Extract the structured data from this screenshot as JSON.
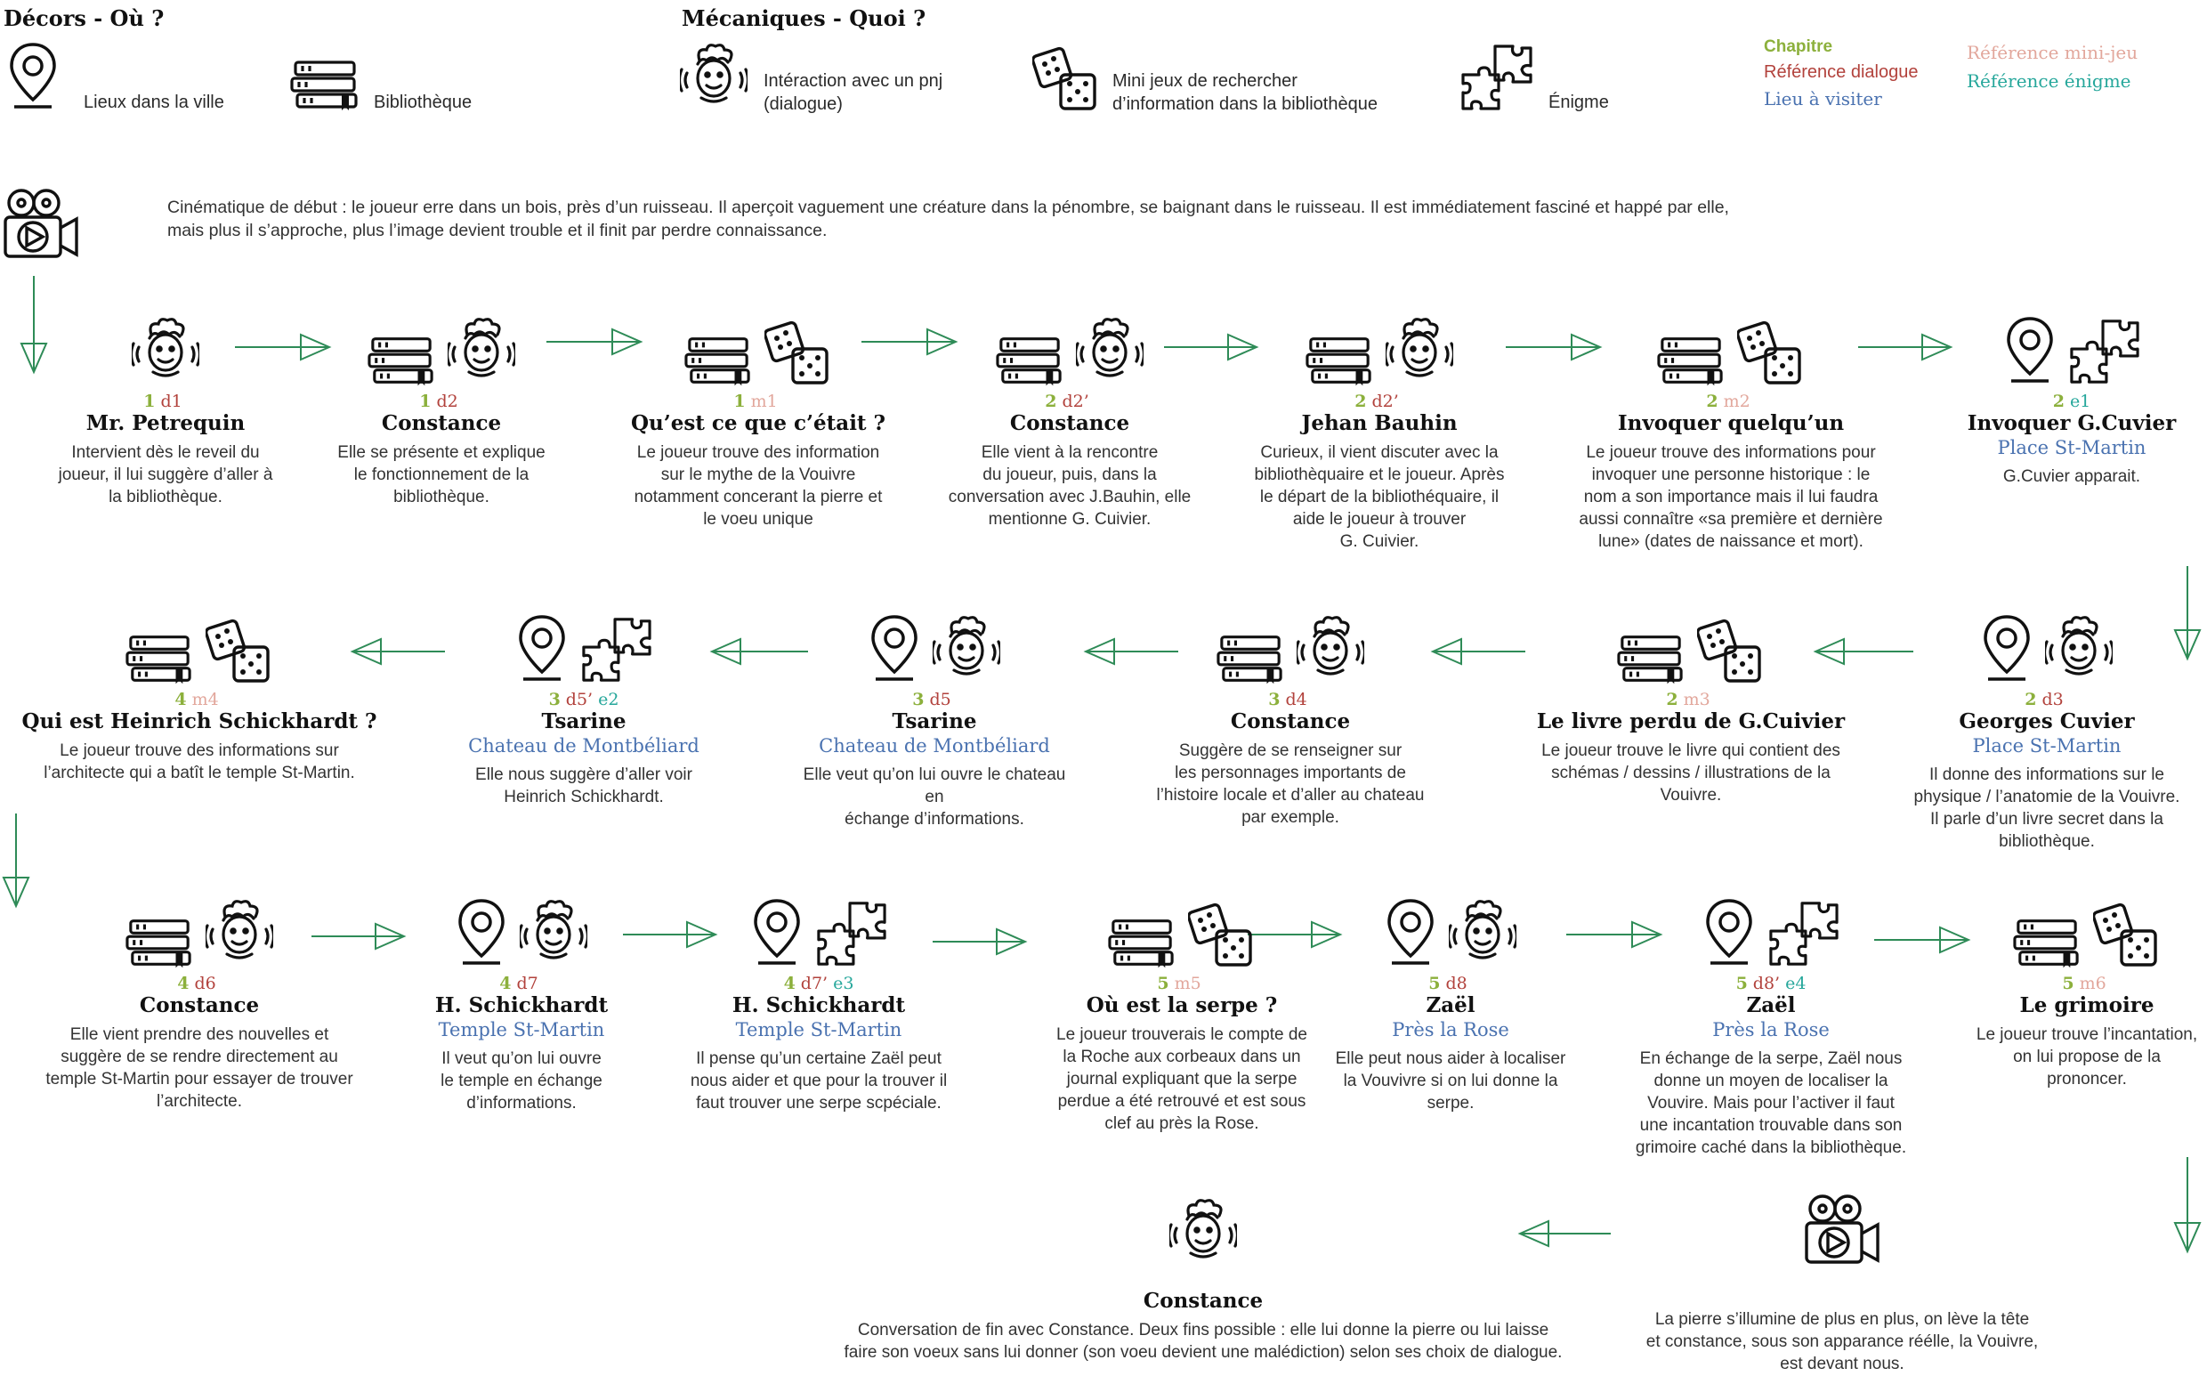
{
  "legend": {
    "decors_title": "Décors - Où ?",
    "mecaniques_title": "Mécaniques - Quoi ?",
    "items": [
      {
        "icon": "location-pin-icon",
        "label": "Lieux dans la ville"
      },
      {
        "icon": "books-icon",
        "label": "Bibliothèque"
      },
      {
        "icon": "npc-icon",
        "label": "Intéraction avec un pnj\n(dialogue)"
      },
      {
        "icon": "dice-icon",
        "label": "Mini jeux de rechercher\nd’information dans la bibliothèque"
      },
      {
        "icon": "puzzle-icon",
        "label": "Énigme"
      }
    ],
    "keys": {
      "chapitre": "Chapitre",
      "dialogue": "Référence dialogue",
      "lieu": "Lieu à visiter",
      "minijeu": "Référence mini-jeu",
      "enigme": "Référence énigme"
    }
  },
  "colors": {
    "chapter": "#8cb03c",
    "dialogue": "#b2423c",
    "place": "#4a72b0",
    "minigame": "#e2a79c",
    "enigma": "#26a79b",
    "arrow": "#2e8b57"
  },
  "intro": {
    "icon": "movie-camera-icon",
    "text": "Cinématique de début : le joueur erre dans un bois, près d’un ruisseau. Il aperçoit vaguement une créature dans la pénombre, se baignant dans le ruisseau. Il est immédiatement fasciné et happé par elle, mais plus il s’approche, plus l’image devient trouble et il finit par perdre connaissance."
  },
  "nodes": [
    {
      "icons": [
        "npc"
      ],
      "chapter": "1",
      "d": "d1",
      "m": "",
      "e": "",
      "title": "Mr. Petrequin",
      "place": "",
      "desc": "Intervient dès le reveil du\njoueur, il lui suggère d’aller à\nla bibliothèque."
    },
    {
      "icons": [
        "books",
        "npc"
      ],
      "chapter": "1",
      "d": "d2",
      "m": "",
      "e": "",
      "title": "Constance",
      "place": "",
      "desc": "Elle se présente et explique\nle fonctionnement de la\nbibliothèque."
    },
    {
      "icons": [
        "books",
        "dice"
      ],
      "chapter": "1",
      "d": "",
      "m": "m1",
      "e": "",
      "title": "Qu’est ce que c’était ?",
      "place": "",
      "desc": "Le joueur trouve des information\nsur le mythe de la Vouivre\nnotamment concerant la pierre et\nle voeu unique"
    },
    {
      "icons": [
        "books",
        "npc"
      ],
      "chapter": "2",
      "d": "d2’",
      "m": "",
      "e": "",
      "title": "Constance",
      "place": "",
      "desc": "Elle vient à la rencontre\ndu joueur, puis, dans la\nconversation avec J.Bauhin, elle\nmentionne G. Cuivier."
    },
    {
      "icons": [
        "books",
        "npc"
      ],
      "chapter": "2",
      "d": "d2’",
      "m": "",
      "e": "",
      "title": "Jehan Bauhin",
      "place": "",
      "desc": "Curieux, il vient discuter avec la\nbibliothèquaire et le joueur. Après\nle départ de la bibliothéquaire, il\naide le joueur à trouver\nG. Cuivier."
    },
    {
      "icons": [
        "books",
        "dice"
      ],
      "chapter": "2",
      "d": "",
      "m": "m2",
      "e": "",
      "title": "Invoquer quelqu’un",
      "place": "",
      "desc": "Le joueur trouve des informations pour\ninvoquer une personne historique : le\nnom a son importance mais il lui faudra\naussi connaître «sa première et dernière\nlune» (dates de naissance et mort)."
    },
    {
      "icons": [
        "pin",
        "puzzle"
      ],
      "chapter": "2",
      "d": "",
      "m": "",
      "e": "e1",
      "title": "Invoquer G.Cuvier",
      "place": "Place St-Martin",
      "desc": "G.Cuvier apparait."
    },
    {
      "icons": [
        "pin",
        "npc"
      ],
      "chapter": "2",
      "d": "d3",
      "m": "",
      "e": "",
      "title": "Georges Cuvier",
      "place": "Place St-Martin",
      "desc": "Il donne des informations sur le\nphysique / l’anatomie de la Vouivre.\nIl parle d’un livre secret dans la\nbibliothèque."
    },
    {
      "icons": [
        "books",
        "dice"
      ],
      "chapter": "2",
      "d": "",
      "m": "m3",
      "e": "",
      "title": "Le livre perdu de G.Cuivier",
      "place": "",
      "desc": "Le joueur trouve le livre qui contient des\nschémas / dessins / illustrations de la\nVouivre."
    },
    {
      "icons": [
        "books",
        "npc"
      ],
      "chapter": "3",
      "d": "d4",
      "m": "",
      "e": "",
      "title": "Constance",
      "place": "",
      "desc": "Suggère de se renseigner sur\nles personnages importants de\nl’histoire locale et d’aller au chateau\npar exemple."
    },
    {
      "icons": [
        "pin",
        "npc"
      ],
      "chapter": "3",
      "d": "d5",
      "m": "",
      "e": "",
      "title": "Tsarine",
      "place": "Chateau de Montbéliard",
      "desc": "Elle veut qu’on lui ouvre le chateau en\néchange d’informations."
    },
    {
      "icons": [
        "pin",
        "puzzle"
      ],
      "chapter": "3",
      "d": "d5’",
      "m": "",
      "e": "e2",
      "title": "Tsarine",
      "place": "Chateau de Montbéliard",
      "desc": "Elle nous suggère d’aller voir\nHeinrich Schickhardt."
    },
    {
      "icons": [
        "books",
        "dice"
      ],
      "chapter": "4",
      "d": "",
      "m": "m4",
      "e": "",
      "title": "Qui est Heinrich Schickhardt ?",
      "place": "",
      "desc": "Le joueur trouve des informations sur\nl’architecte qui a batît le temple St-Martin."
    },
    {
      "icons": [
        "books",
        "npc"
      ],
      "chapter": "4",
      "d": "d6",
      "m": "",
      "e": "",
      "title": "Constance",
      "place": "",
      "desc": "Elle vient prendre des nouvelles et\nsuggère de se rendre directement au\ntemple St-Martin pour essayer de trouver\nl’architecte."
    },
    {
      "icons": [
        "pin",
        "npc"
      ],
      "chapter": "4",
      "d": "d7",
      "m": "",
      "e": "",
      "title": "H. Schickhardt",
      "place": "Temple St-Martin",
      "desc": "Il veut qu’on lui ouvre\nle temple en échange\nd’informations."
    },
    {
      "icons": [
        "pin",
        "puzzle"
      ],
      "chapter": "4",
      "d": "d7’",
      "m": "",
      "e": "e3",
      "title": "H. Schickhardt",
      "place": "Temple St-Martin",
      "desc": "Il pense qu’un certaine Zaël peut\nnous aider et que pour la trouver il\nfaut trouver une serpe scpéciale."
    },
    {
      "icons": [
        "books",
        "dice"
      ],
      "chapter": "5",
      "d": "",
      "m": "m5",
      "e": "",
      "title": "Où est la serpe ?",
      "place": "",
      "desc": "Le joueur trouverais le compte de\nla Roche aux corbeaux dans un\njournal expliquant que la serpe\nperdue a été retrouvé et est sous\nclef au près la Rose."
    },
    {
      "icons": [
        "pin",
        "npc"
      ],
      "chapter": "5",
      "d": "d8",
      "m": "",
      "e": "",
      "title": "Zaël",
      "place": "Près la Rose",
      "desc": "Elle peut nous aider à localiser\nla Vouvivre si on lui donne la\nserpe."
    },
    {
      "icons": [
        "pin",
        "puzzle"
      ],
      "chapter": "5",
      "d": "d8’",
      "m": "",
      "e": "e4",
      "title": "Zaël",
      "place": "Près la Rose",
      "desc": "En échange de la serpe, Zaël nous\ndonne un moyen de localiser la\nVouvire. Mais pour l’activer il faut\nune incantation trouvable dans son\ngrimoire caché dans la bibliothèque."
    },
    {
      "icons": [
        "books",
        "dice"
      ],
      "chapter": "5",
      "d": "",
      "m": "m6",
      "e": "",
      "title": "Le grimoire",
      "place": "",
      "desc": "Le joueur trouve l’incantation,\non lui propose de la\nprononcer."
    },
    {
      "icons": [
        "camera"
      ],
      "chapter": "",
      "d": "",
      "m": "",
      "e": "",
      "title": "",
      "place": "",
      "desc": "La pierre s’illumine de plus en plus, on lève la tête\net constance, sous son apparance réélle, la Vouivre,\nest devant nous."
    },
    {
      "icons": [
        "npc"
      ],
      "chapter": "",
      "d": "",
      "m": "",
      "e": "",
      "title": "Constance",
      "place": "",
      "desc": "Conversation de fin avec Constance. Deux fins possible : elle lui donne la pierre ou lui laisse\nfaire son voeux sans lui donner (son voeu devient une malédiction) selon ses choix de dialogue."
    }
  ]
}
